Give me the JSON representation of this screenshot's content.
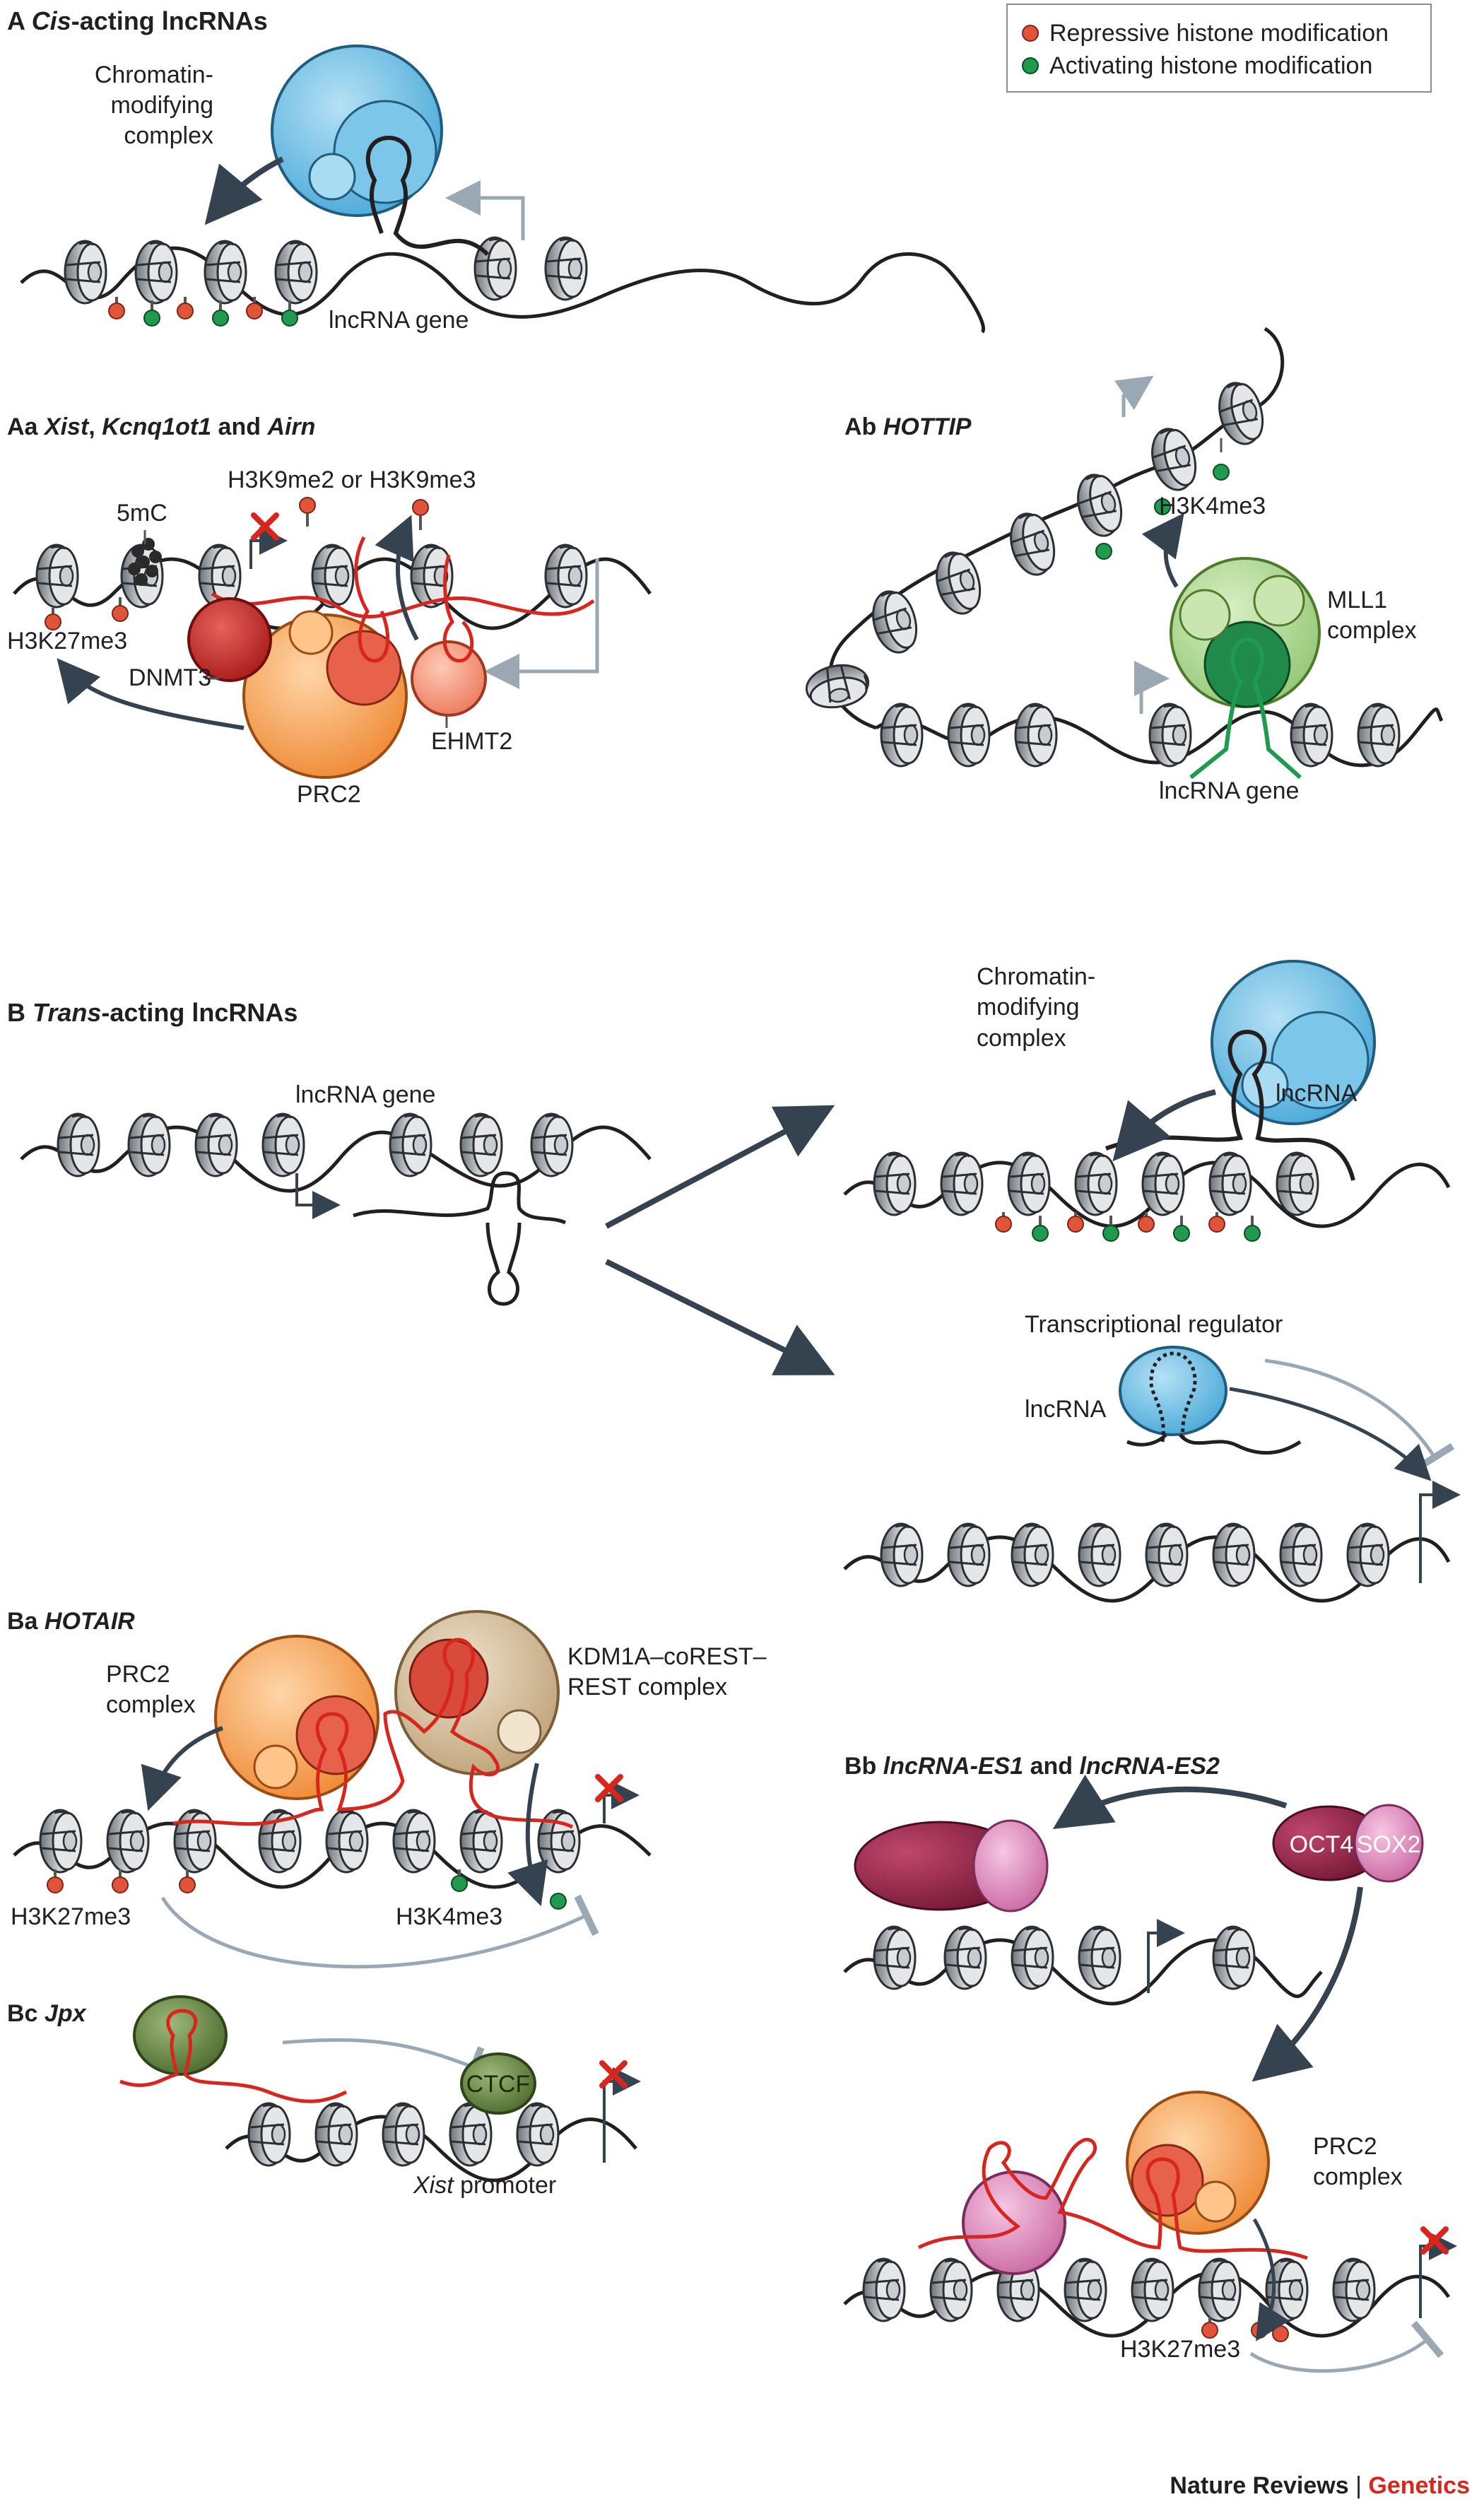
{
  "legend": {
    "repressive": "Repressive histone modification",
    "activating": "Activating histone modification"
  },
  "colors": {
    "repressive": "#e0553a",
    "activating": "#1f9a4e",
    "blue_complex": "#5bb4e0",
    "prc2": "#f29a4a",
    "red_rna": "#d7261e",
    "green_rna": "#1f9a4e",
    "mll1": "#a8d48a",
    "kdm1a": "#c8b08a",
    "oct4": "#8a1e3c",
    "sox2": "#d98ab8",
    "ctcf": "#5c7d38",
    "arrow": "#34434f",
    "grey_arrow": "#9aa8b4",
    "brand_red": "#d7261e"
  },
  "panelA": {
    "letter": "A",
    "title_italic": "Cis",
    "title_rest": "-acting lncRNAs",
    "complex": [
      "Chromatin-",
      "modifying",
      "complex"
    ],
    "gene": "lncRNA gene"
  },
  "panelAa": {
    "letter": "Aa",
    "t1": "Xist",
    "t2": ", ",
    "t3": "Kcnq1ot1",
    "t4": " and ",
    "t5": "Airn",
    "fivemc": "5mC",
    "h3k9": "H3K9me2 or H3K9me3",
    "h3k27": "H3K27me3",
    "dnmt3": "DNMT3",
    "prc2": "PRC2",
    "ehmt2": "EHMT2"
  },
  "panelAb": {
    "letter": "Ab",
    "title": "HOTTIP",
    "h3k4": "H3K4me3",
    "mll1": [
      "MLL1",
      "complex"
    ],
    "gene": "lncRNA gene"
  },
  "panelB": {
    "letter": "B",
    "title_italic": "Trans",
    "title_rest": "-acting lncRNAs",
    "gene": "lncRNA gene",
    "complex": [
      "Chromatin-",
      "modifying",
      "complex"
    ],
    "lncrna": "lncRNA",
    "transcriptional_regulator": "Transcriptional regulator",
    "lncrna2": "lncRNA"
  },
  "panelBa": {
    "letter": "Ba",
    "title": "HOTAIR",
    "prc2": [
      "PRC2",
      "complex"
    ],
    "kdm": [
      "KDM1A–coREST–",
      "REST complex"
    ],
    "h3k27": "H3K27me3",
    "h3k4": "H3K4me3"
  },
  "panelBb": {
    "letter": "Bb",
    "t1": "lncRNA-ES1",
    "t2": " and ",
    "t3": "lncRNA-ES2",
    "oct4": "OCT4",
    "sox2": "SOX2",
    "prc2": [
      "PRC2",
      "complex"
    ],
    "h3k27": "H3K27me3"
  },
  "panelBc": {
    "letter": "Bc",
    "title": "Jpx",
    "ctcf": "CTCF",
    "promoter_italic": "Xist",
    "promoter_rest": " promoter"
  },
  "footer": {
    "journal": "Nature Reviews",
    "separator": " | ",
    "section": "Genetics"
  }
}
